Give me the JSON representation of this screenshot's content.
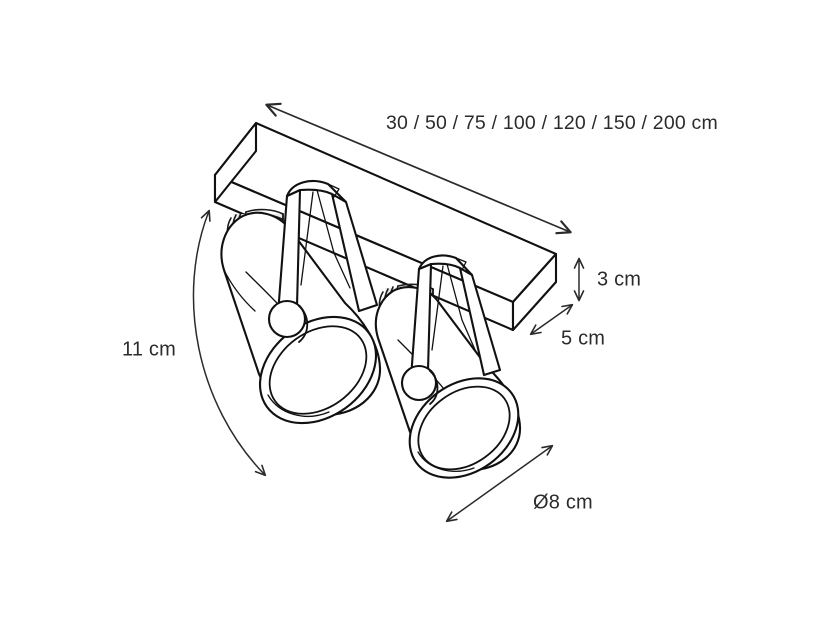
{
  "drawing": {
    "title": "Ceiling spotlight bar — dimension drawing",
    "product": "two-head adjustable ceiling spot on rectangular mounting bar",
    "background_color": "#ffffff",
    "line_color": "#111111",
    "label_color": "#2b2b2b",
    "shade_fill": "#ececec"
  },
  "dimensions": {
    "length_options": {
      "name": "bar-length",
      "text": "30 / 50 / 75 / 100 / 120 / 150 / 200 cm",
      "values": [
        30,
        50,
        75,
        100,
        120,
        150,
        200
      ],
      "unit": "cm",
      "arrow": "double-headed",
      "orientation": "along-bar-diagonal"
    },
    "height": {
      "name": "bar-height",
      "text": "3 cm",
      "value": 3,
      "unit": "cm",
      "arrow": "double-headed",
      "orientation": "vertical"
    },
    "depth": {
      "name": "bar-depth",
      "text": "5 cm",
      "value": 5,
      "unit": "cm",
      "arrow": "double-headed",
      "orientation": "diagonal"
    },
    "drop": {
      "name": "fixture-drop-reach",
      "text": "11 cm",
      "value": 11,
      "unit": "cm",
      "arrow": "double-headed-arc",
      "orientation": "arc-swing"
    },
    "diameter": {
      "name": "shade-diameter",
      "text": "Ø8 cm",
      "value": 8,
      "unit": "cm",
      "symbol": "Ø",
      "arrow": "double-headed",
      "orientation": "diagonal"
    }
  },
  "parts": {
    "mounting_bar": "rectangular ceiling bar",
    "spot_head_left": "left spotlight head",
    "spot_head_right": "right spotlight head",
    "yoke_left": "left u-bracket yoke",
    "yoke_right": "right u-bracket yoke",
    "pivot_knob_left": "left pivot knob",
    "pivot_knob_right": "right pivot knob",
    "cable_gland_left": "left ribbed cable gland",
    "cable_gland_right": "right ribbed cable gland"
  }
}
